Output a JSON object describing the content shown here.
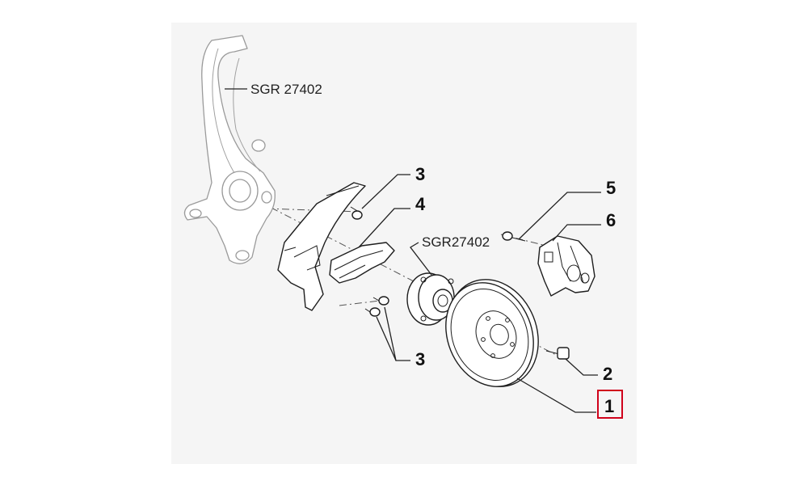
{
  "references": {
    "knuckle": "SGR 27402",
    "hub": "SGR27402"
  },
  "callouts": {
    "shield_bolt_top": "3",
    "shield": "4",
    "shield_bolts_bottom": "3",
    "caliper_bolt": "5",
    "caliper": "6",
    "disc_screw": "2",
    "brake_disc": "1"
  },
  "highlight_color": "#d0021b"
}
